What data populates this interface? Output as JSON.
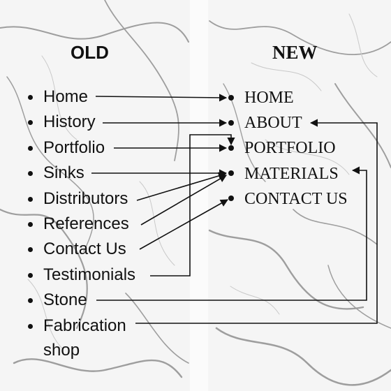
{
  "old_heading": "OLD",
  "new_heading": "NEW",
  "old_items": [
    "Home",
    "History",
    "Portfolio",
    "Sinks",
    "Distributors",
    "References",
    "Contact Us",
    "Testimonials",
    "Stone",
    "Fabrication",
    "shop"
  ],
  "new_items": [
    "HOME",
    "ABOUT",
    "PORTFOLIO",
    "MATERIALS",
    "CONTACT US"
  ],
  "mappings": [
    {
      "from": "Home",
      "to": "HOME"
    },
    {
      "from": "History",
      "to": "ABOUT"
    },
    {
      "from": "Portfolio",
      "to": "PORTFOLIO"
    },
    {
      "from": "Sinks",
      "to": "MATERIALS"
    },
    {
      "from": "Distributors",
      "to": "MATERIALS"
    },
    {
      "from": "References",
      "to": "MATERIALS"
    },
    {
      "from": "Contact Us",
      "to": "CONTACT US"
    },
    {
      "from": "Testimonials",
      "to": "PORTFOLIO"
    },
    {
      "from": "Stone",
      "to": "MATERIALS"
    },
    {
      "from": "Fabrication shop",
      "to": "ABOUT"
    }
  ],
  "colors": {
    "text": "#111111",
    "background": "#f4f4f4",
    "vein": "#9a9a9a"
  }
}
